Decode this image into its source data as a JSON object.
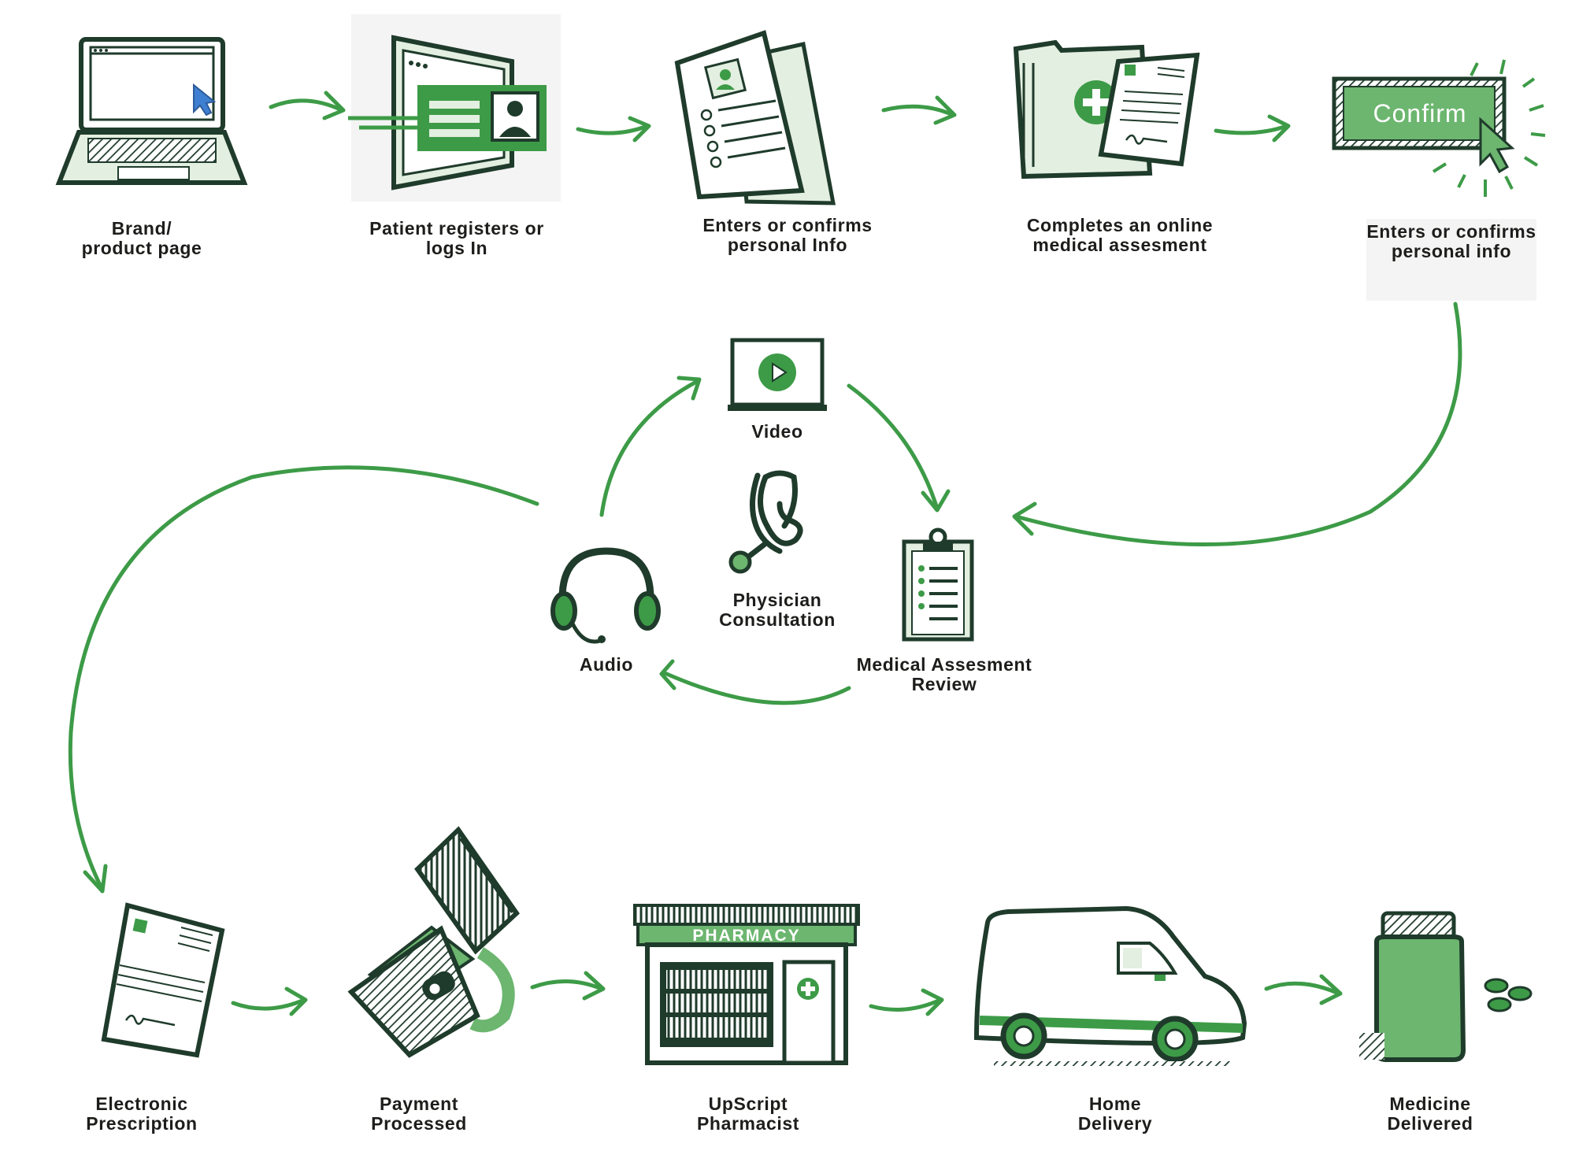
{
  "colors": {
    "green": "#3d9b47",
    "light_green": "#6cb66f",
    "pale_green": "#e3efe0",
    "outline": "#1f3b2b",
    "cursor_blue": "#3f7fd1",
    "panel": "#f4f4f4"
  },
  "steps": {
    "brand_page": {
      "line1": "Brand/",
      "line2": "product page",
      "icon": "laptop-icon"
    },
    "register": {
      "line1": "Patient registers or",
      "line2": "logs In",
      "icon": "browser-id-card-icon"
    },
    "personal_info": {
      "line1": "Enters or confirms",
      "line2": "personal Info",
      "icon": "documents-icon"
    },
    "assessment": {
      "line1": "Completes an online",
      "line2": "medical assesment",
      "icon": "medical-folder-icon"
    },
    "confirm": {
      "button_text": "Confirm",
      "line1": "Enters or confirms",
      "line2": "personal info",
      "icon": "confirm-click-icon"
    },
    "video": {
      "label": "Video",
      "icon": "video-play-icon"
    },
    "physician": {
      "line1": "Physician",
      "line2": "Consultation",
      "icon": "stethoscope-icon"
    },
    "audio": {
      "label": "Audio",
      "icon": "headset-icon"
    },
    "review": {
      "line1": "Medical Assesment",
      "line2": "Review",
      "icon": "clipboard-icon"
    },
    "prescription": {
      "line1": "Electronic",
      "line2": "Prescription",
      "icon": "prescription-icon"
    },
    "payment": {
      "line1": "Payment",
      "line2": "Processed",
      "icon": "wallet-card-icon"
    },
    "pharmacist": {
      "sign": "PHARMACY",
      "line1": "UpScript",
      "line2": "Pharmacist",
      "icon": "pharmacy-store-icon"
    },
    "delivery": {
      "line1": "Home",
      "line2": "Delivery",
      "icon": "delivery-van-icon"
    },
    "delivered": {
      "line1": "Medicine",
      "line2": "Delivered",
      "icon": "pill-bottle-icon"
    }
  }
}
